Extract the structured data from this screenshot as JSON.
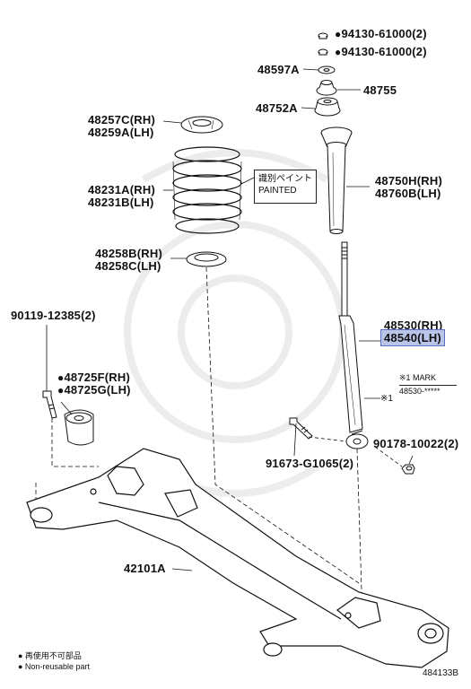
{
  "labels": {
    "nut_1": "94130-61000(2)",
    "nut_2": "94130-61000(2)",
    "cushion_48597a": "48597A",
    "cushion_48755": "48755",
    "cushion_48752a": "48752A",
    "insulator_upper_rh": "48257C(RH)",
    "insulator_upper_lh": "48259A(LH)",
    "spring_rh": "48231A(RH)",
    "spring_lh": "48231B(LH)",
    "insulator_lower_rh": "48258B(RH)",
    "insulator_lower_lh": "48258C(LH)",
    "boot_rh": "48750H(RH)",
    "boot_lh": "48760B(LH)",
    "absorber_rh": "48530(RH)",
    "absorber_lh": "48540(LH)",
    "bolt_90119": "90119-12385(2)",
    "bush_rh": "48725F(RH)",
    "bush_lh": "48725G(LH)",
    "nut_90178": "90178-10022(2)",
    "bolt_91673": "91673-G1065(2)",
    "axle_beam": "42101A"
  },
  "non_reusable_marker": "●",
  "paint_note": {
    "jp": "識別ペイント",
    "en": "PAINTED"
  },
  "mark_note": {
    "title": "※1 MARK",
    "value": "48530-*****",
    "callout": "※1"
  },
  "legend": {
    "jp": "● 再使用不可部品",
    "en": "● Non-reusable part"
  },
  "reference": "484133B",
  "highlight_color": "#b9c6ea"
}
